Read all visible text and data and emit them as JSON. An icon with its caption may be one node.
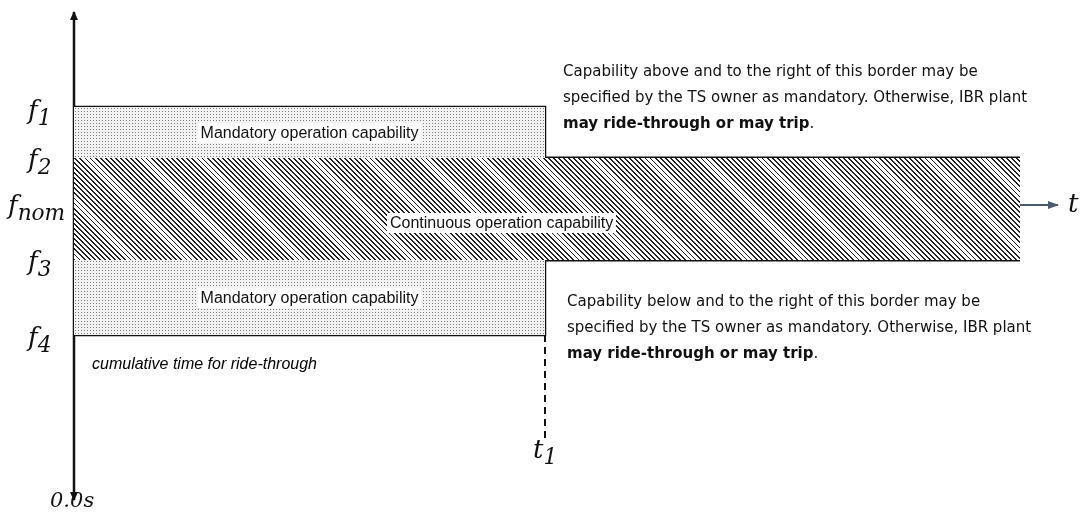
{
  "diagram": {
    "nodes": [
      {
        "text": [
          "Mandatory operation capability"
        ]
      },
      {
        "text": [
          "Continuous operation capability"
        ]
      },
      {
        "text": [
          "Mandatory operation capability"
        ]
      }
    ],
    "labels": [
      "Capability above and to the right of this border may be specified by the TS owner as mandatory. Otherwise, IBR plant **may ride-through or may trip**.",
      "f$_{1}$",
      "f$_{2}$",
      "f$_{nom}$",
      "t",
      "f$_{3}$",
      "Capability below and to the right of this border may be specified by the TS owner as mandatory. Otherwise, IBR plant **may ride-through or may trip**.",
      "f$_{4}$",
      "cumulative time for ride-through",
      "t$_{1}$",
      "0.0s"
    ]
  }
}
